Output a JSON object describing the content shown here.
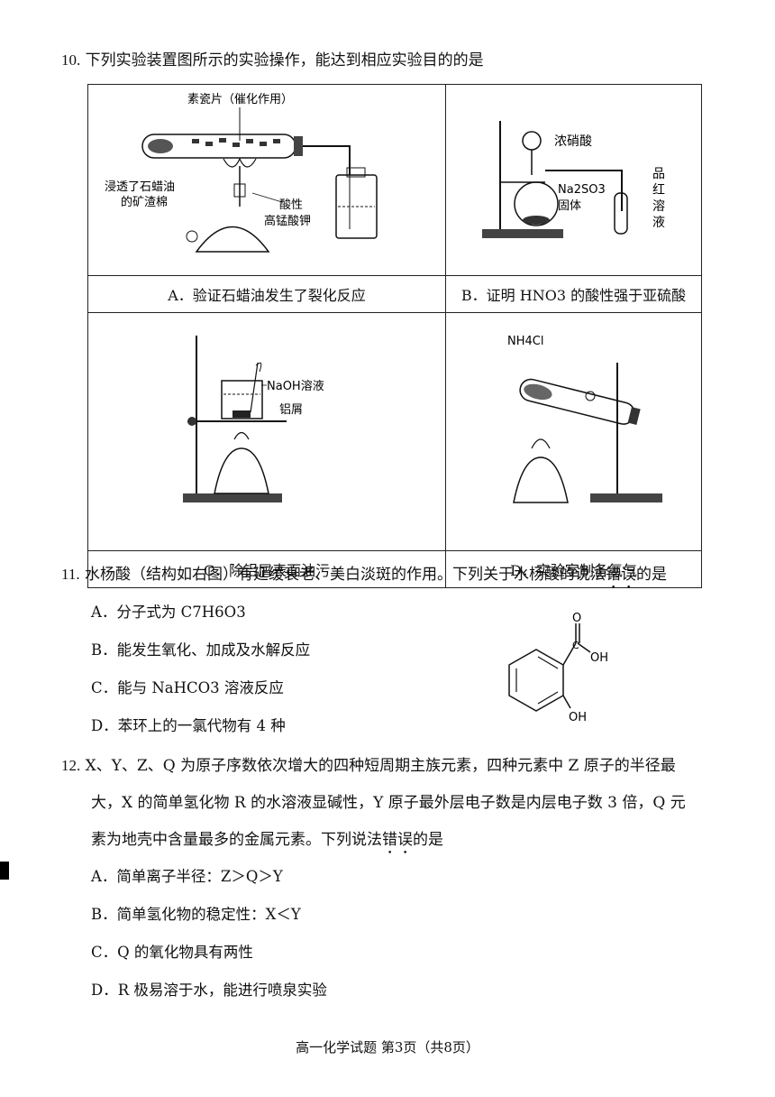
{
  "q10": {
    "number": "10.",
    "stem": "下列实验装置图所示的实验操作，能达到相应实验目的的是",
    "panels": {
      "A": {
        "labels": [
          "素瓷片（催化作用）",
          "浸透了石蜡油",
          "的矿渣棉",
          "酸性",
          "高锰酸钾"
        ],
        "caption": "A．验证石蜡油发生了裂化反应"
      },
      "B": {
        "labels": [
          "浓硝酸",
          "Na2SO3",
          "固体",
          "品",
          "红",
          "溶",
          "液"
        ],
        "caption": "B．证明 HNO3 的酸性强于亚硫酸"
      },
      "C": {
        "labels": [
          "NaOH溶液",
          "铝屑"
        ],
        "caption": "C．除铝屑表面油污"
      },
      "D": {
        "labels": [
          "NH4Cl"
        ],
        "caption": "D．实验室制备氨气"
      }
    }
  },
  "q11": {
    "number": "11.",
    "stem_pre": "水杨酸（结构如右图）有延缓衰老、美白淡斑的作用。下列关于水杨酸的说法",
    "stem_emph": "错误",
    "stem_post": "的是",
    "options": [
      "A．分子式为 C7H6O3",
      "B．能发生氧化、加成及水解反应",
      "C．能与 NaHCO3 溶液反应",
      "D．苯环上的一氯代物有 4 种"
    ],
    "structure_labels": [
      "O",
      "C",
      "OH",
      "OH"
    ]
  },
  "q12": {
    "number": "12.",
    "stem_lines": [
      "X、Y、Z、Q 为原子序数依次增大的四种短周期主族元素，四种元素中 Z 原子的半径最",
      "大，X 的简单氢化物 R 的水溶液显碱性，Y 原子最外层电子数是内层电子数 3 倍，Q 元"
    ],
    "stem_last_pre": "素为地壳中含量最多的金属元素。下列说法",
    "stem_last_emph": "错误",
    "stem_last_post": "的是",
    "options": [
      "A．简单离子半径：Z＞Q＞Y",
      "B．简单氢化物的稳定性：X＜Y",
      "C．Q 的氧化物具有两性",
      "D．R 极易溶于水，能进行喷泉实验"
    ]
  },
  "footer": "高一化学试题 第3页（共8页）"
}
